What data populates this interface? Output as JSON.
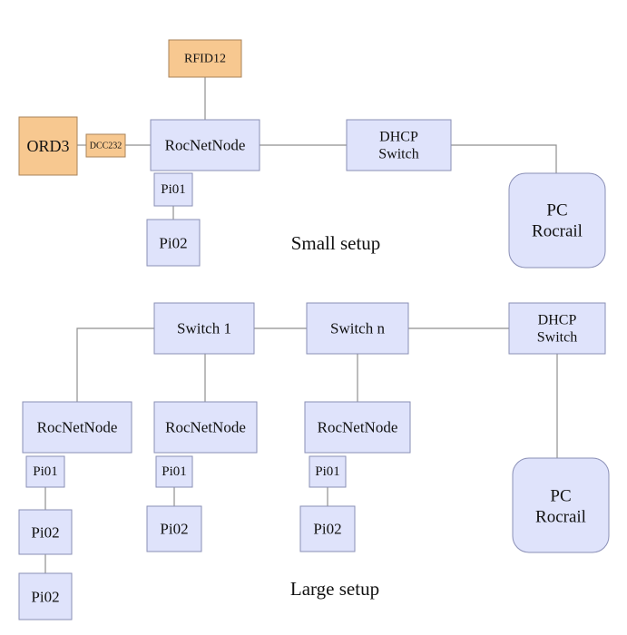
{
  "small_setup": {
    "caption": "Small setup",
    "rfid": "RFID12",
    "ord": "ORD3",
    "dcc": "DCC232",
    "node": "RocNetNode",
    "dhcp": [
      "DHCP",
      "Switch"
    ],
    "pc": [
      "PC",
      "Rocrail"
    ],
    "pi01": "Pi01",
    "pi02": "Pi02"
  },
  "large_setup": {
    "caption": "Large setup",
    "switch1": "Switch 1",
    "switchn": "Switch n",
    "dhcp": [
      "DHCP",
      "Switch"
    ],
    "pc": [
      "PC",
      "Rocrail"
    ],
    "node1": "RocNetNode",
    "node2": "RocNetNode",
    "node3": "RocNetNode",
    "node1_pi01": "Pi01",
    "node1_pi02a": "Pi02",
    "node1_pi02b": "Pi02",
    "node2_pi01": "Pi01",
    "node2_pi02": "Pi02",
    "node3_pi01": "Pi01",
    "node3_pi02": "Pi02"
  },
  "colors": {
    "box_fill": "#dfe3fb",
    "orange_fill": "#f7c890",
    "wire": "#8f8f8f"
  }
}
